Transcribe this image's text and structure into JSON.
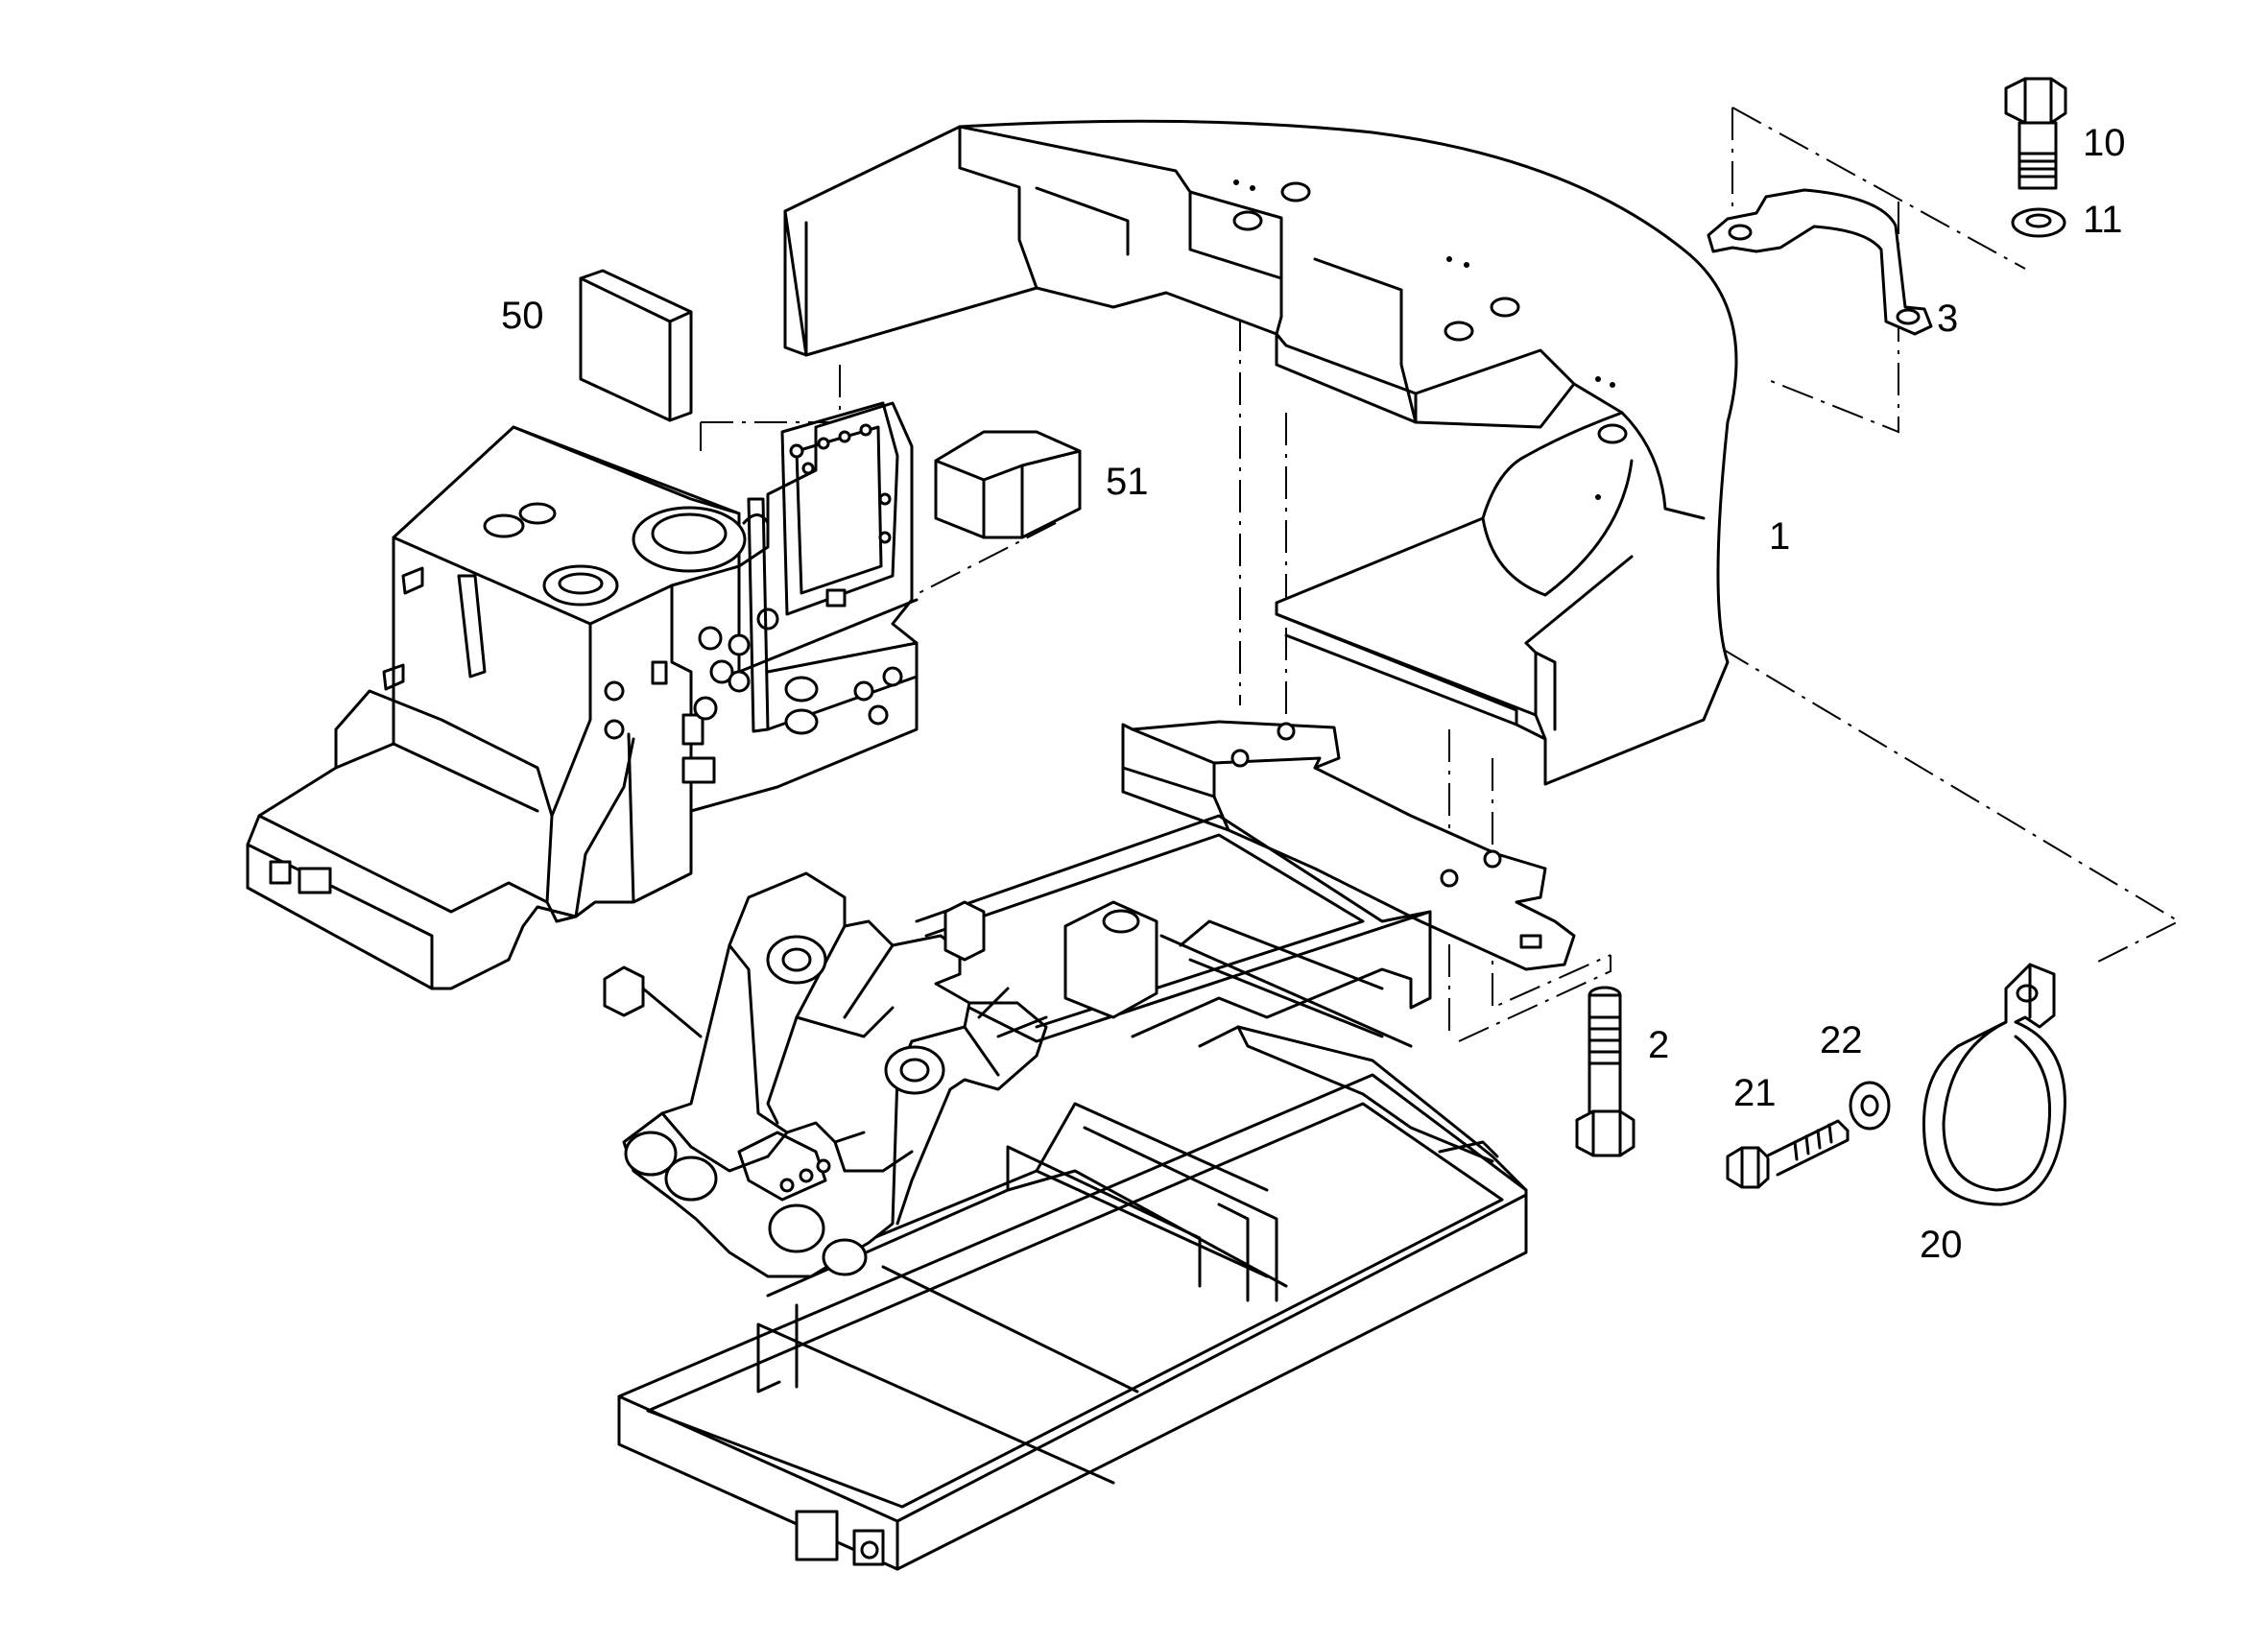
{
  "diagram": {
    "type": "exploded-parts-view",
    "accent_color": "#000000",
    "background_color": "#ffffff"
  },
  "callouts": {
    "counterweight": "1",
    "bolt_long": "2",
    "handle": "3",
    "hex_bolt_top": "10",
    "washer_top": "11",
    "pipe_clamp": "20",
    "bolt_small": "21",
    "washer_small": "22",
    "box_top": "50",
    "box_side": "51"
  }
}
